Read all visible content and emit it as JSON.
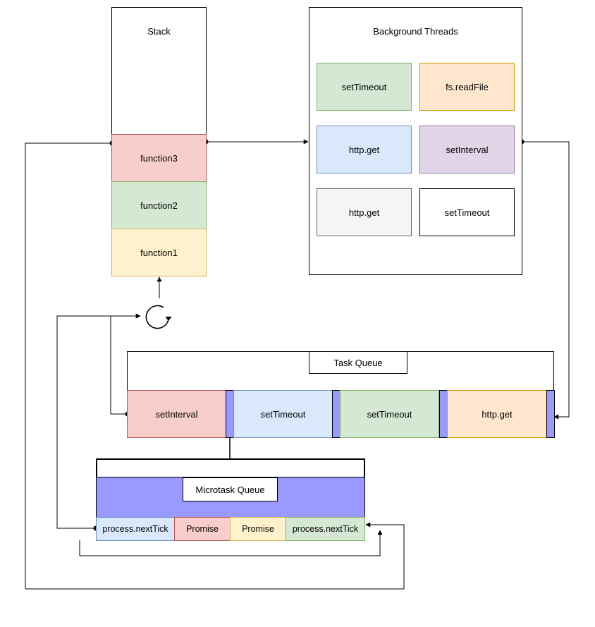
{
  "stack": {
    "title": "Stack",
    "frames": [
      "function3",
      "function2",
      "function1"
    ]
  },
  "background_threads": {
    "title": "Background Threads",
    "items": [
      "setTimeout",
      "fs.readFile",
      "http.get",
      "setInterval",
      "http.get",
      "setTimeout"
    ]
  },
  "task_queue": {
    "title": "Task Queue",
    "items": [
      "setInterval",
      "setTimeout",
      "setTimeout",
      "http.get"
    ]
  },
  "microtask_queue": {
    "title": "Microtask Queue",
    "items": [
      "process.nextTick",
      "Promise",
      "Promise",
      "process.nextTick"
    ]
  },
  "event_loop": {
    "icon": "loop-arrow-icon"
  },
  "colors": {
    "red_fill": "#f8cecc",
    "red_stroke": "#b85450",
    "green_fill": "#d5e8d4",
    "green_stroke": "#82b366",
    "yellow_fill": "#fff2cc",
    "yellow_stroke": "#d6b656",
    "blue_fill": "#dae8fc",
    "blue_stroke": "#6c8ebf",
    "orange_fill": "#ffe6cc",
    "orange_stroke": "#d79b00",
    "purple_fill": "#e1d5e7",
    "purple_stroke": "#9673a6",
    "gray_fill": "#f5f5f5",
    "gray_stroke": "#666666",
    "separator": "#9999ff"
  }
}
